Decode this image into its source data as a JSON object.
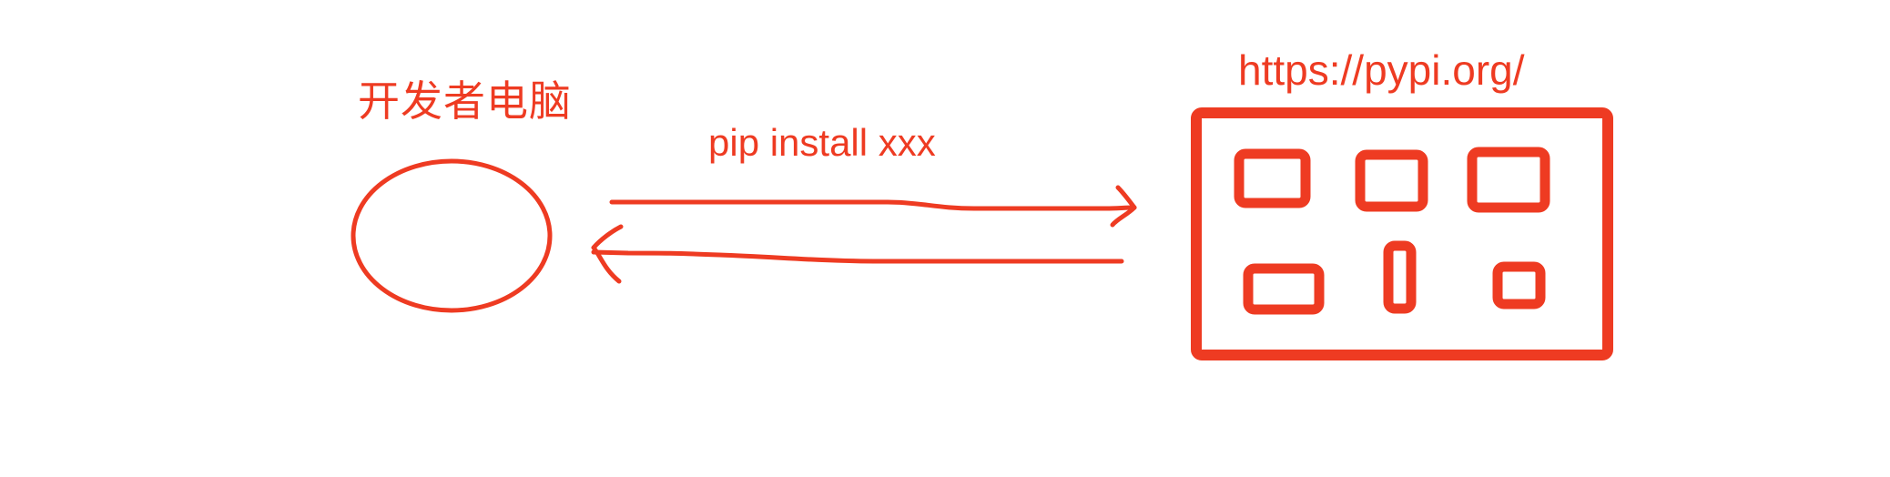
{
  "diagram": {
    "stroke_color": "#EE3B22",
    "background": "#FFFFFF",
    "client": {
      "label": "开发者电脑",
      "shape": "ellipse"
    },
    "server": {
      "label": "https://pypi.org/",
      "shape": "rounded-rectangle-with-package-boxes",
      "package_boxes": 6
    },
    "request_arrow": {
      "label": "pip install xxx",
      "direction": "client-to-server"
    },
    "response_arrow": {
      "label": "",
      "direction": "server-to-client"
    }
  }
}
